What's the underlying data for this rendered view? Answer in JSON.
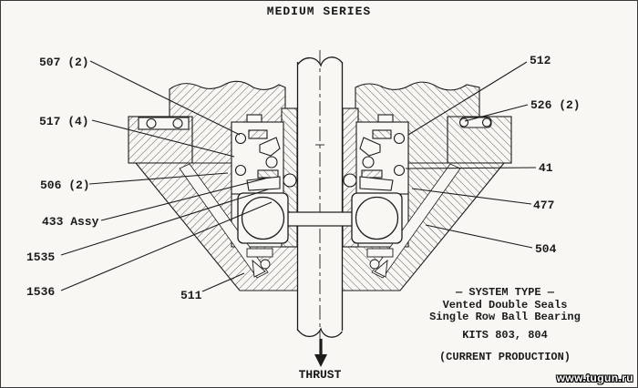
{
  "title": "MEDIUM SERIES",
  "callouts": {
    "left": [
      {
        "id": "507",
        "label": "507 (2)"
      },
      {
        "id": "517",
        "label": "517 (4)"
      },
      {
        "id": "506",
        "label": "506 (2)"
      },
      {
        "id": "433",
        "label": "433 Assy"
      },
      {
        "id": "1535",
        "label": "1535"
      },
      {
        "id": "1536",
        "label": "1536"
      },
      {
        "id": "511",
        "label": "511"
      }
    ],
    "right": [
      {
        "id": "512",
        "label": "512"
      },
      {
        "id": "526",
        "label": "526 (2)"
      },
      {
        "id": "41",
        "label": "41"
      },
      {
        "id": "477",
        "label": "477"
      },
      {
        "id": "504",
        "label": "504"
      }
    ]
  },
  "system_type": {
    "heading": "— SYSTEM TYPE —",
    "line1": "Vented Double Seals",
    "line2": "Single Row Ball Bearing",
    "kits": "KITS 803, 804",
    "status": "(CURRENT PRODUCTION)"
  },
  "thrust_label": "THRUST",
  "watermark": "www.tugun.ru",
  "diagram": {
    "ink": "#1c1c1c",
    "paper": "#f8f7f4",
    "subject": "vented-double-seal-single-row-ball-bearing-cross-section"
  }
}
